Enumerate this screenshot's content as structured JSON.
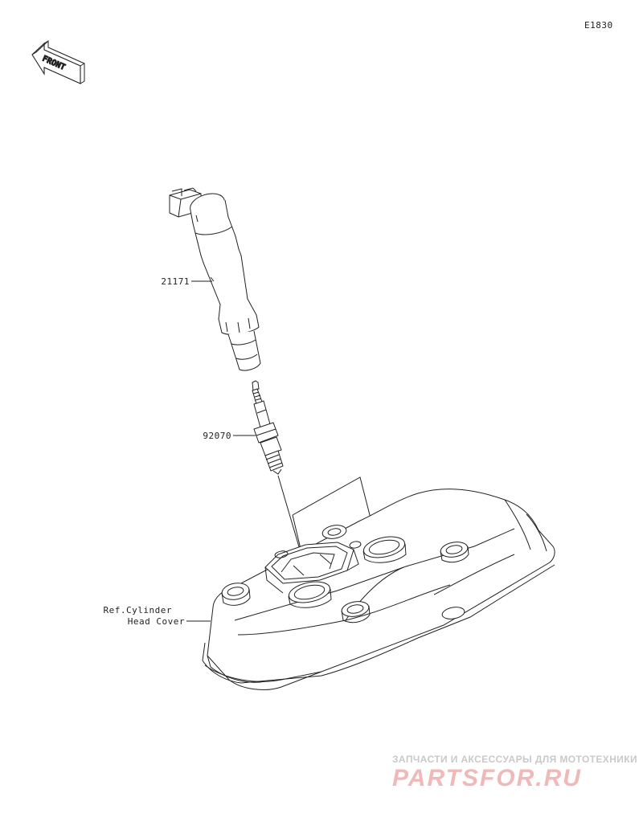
{
  "diagram_code": "E1830",
  "orientation": {
    "front_label": "FRONT",
    "icon": "front-arrow-icon"
  },
  "parts": [
    {
      "number": "21171"
    },
    {
      "number": "92070"
    }
  ],
  "reference": {
    "line1": "Ref.Cylinder",
    "line2": "Head Cover"
  },
  "watermark": {
    "tagline": "ЗАПЧАСТИ И АКСЕССУАРЫ ДЛЯ МОТОТЕХНИКИ",
    "logo": "PARTSFOR.RU"
  },
  "colors": {
    "line": "#222222",
    "watermark_red": "#f0b9b9",
    "watermark_gray": "#c9c9c9"
  }
}
